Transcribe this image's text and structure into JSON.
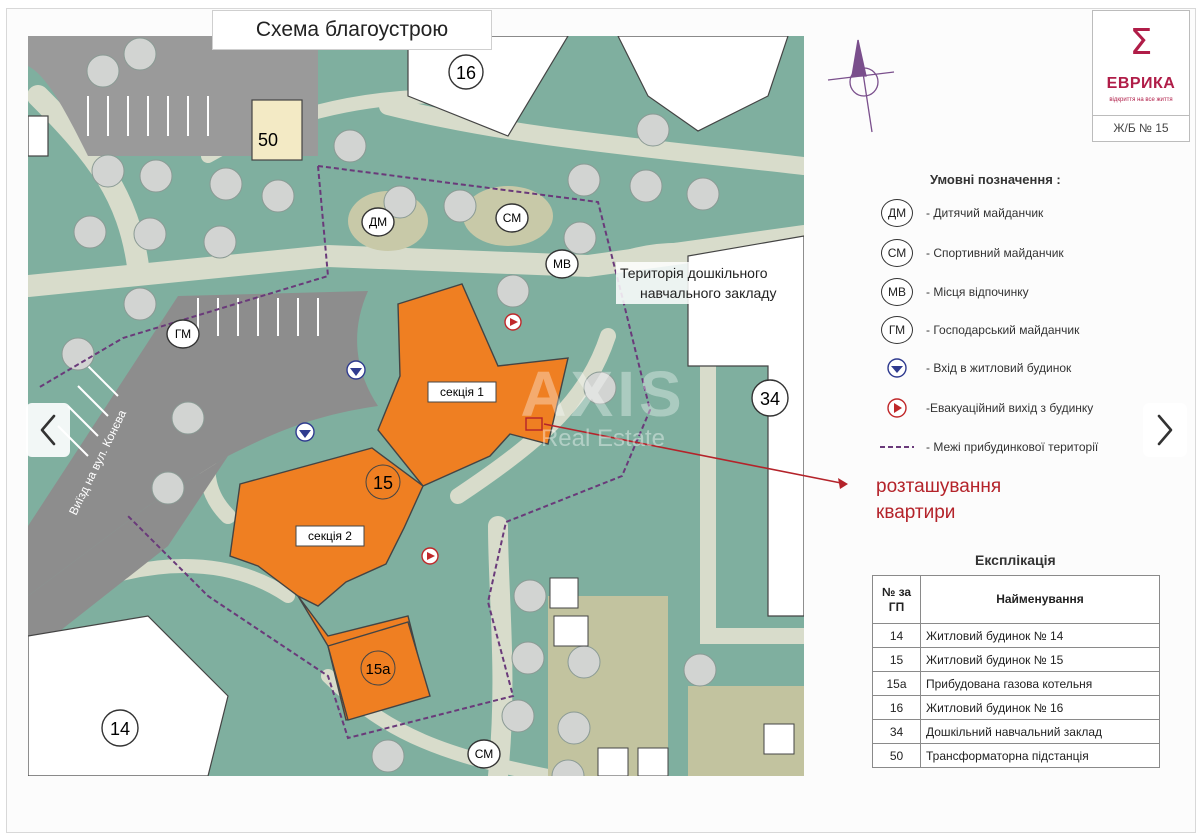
{
  "title": "Схема благоустрою",
  "logo": {
    "mark": "Σ",
    "name": "ЕВРИКА",
    "slogan": "відкриття на все життя",
    "code": "Ж/Б № 15"
  },
  "legend": {
    "title": "Умовні позначення :",
    "items": [
      {
        "symbol": "ДМ",
        "label": "- Дитячий майданчик",
        "icon": "circle-label"
      },
      {
        "symbol": "СМ",
        "label": "- Спортивний майданчик",
        "icon": "circle-label"
      },
      {
        "symbol": "МВ",
        "label": "- Місця відпочинку",
        "icon": "circle-label"
      },
      {
        "symbol": "ГМ",
        "label": "- Господарський майданчик",
        "icon": "circle-label"
      },
      {
        "symbol": "",
        "label": "- Вхід в житловий будинок",
        "icon": "entrance-icon"
      },
      {
        "symbol": "",
        "label": "-Евакуаційний вихід з будинку",
        "icon": "evacuation-exit-icon"
      },
      {
        "symbol": "",
        "label": "- Межі прибудинкової території",
        "icon": "boundary-line-icon"
      }
    ]
  },
  "callout": {
    "line1": "розташування",
    "line2": "квартири"
  },
  "explication": {
    "title": "Експлікація",
    "headers": [
      "№ за ГП",
      "Найменування"
    ],
    "rows": [
      {
        "num": "14",
        "name": "Житловий будинок № 14"
      },
      {
        "num": "15",
        "name": "Житловий будинок № 15"
      },
      {
        "num": "15а",
        "name": "Прибудована газова котельня"
      },
      {
        "num": "16",
        "name": "Житловий будинок № 16"
      },
      {
        "num": "34",
        "name": "Дошкільний навчальний заклад"
      },
      {
        "num": "50",
        "name": "Трансформаторна  підстанція"
      }
    ]
  },
  "map": {
    "building_labels": {
      "b16": "16",
      "b50": "50",
      "b34": "34",
      "b14": "14",
      "b15": "15",
      "b15a": "15а",
      "section1": "секція 1",
      "section2": "секція 2"
    },
    "markers": [
      "ДМ",
      "СМ",
      "МВ",
      "ГМ",
      "СМ"
    ],
    "kindergarten_label_line1": "Територія дошкільного",
    "kindergarten_label_line2": "навчального закладу",
    "road_label": "Виїзд на вул. Конєва"
  },
  "watermark": {
    "main": "AXIS",
    "sub": "Real Estate"
  },
  "colors": {
    "grass": "#7faf9f",
    "path": "#d8dccb",
    "building_orange": "#ef7f22",
    "asphalt": "#8d8d8d",
    "boundary": "#6a3a7a",
    "brand": "#b01d48",
    "callout": "#b4232a"
  }
}
